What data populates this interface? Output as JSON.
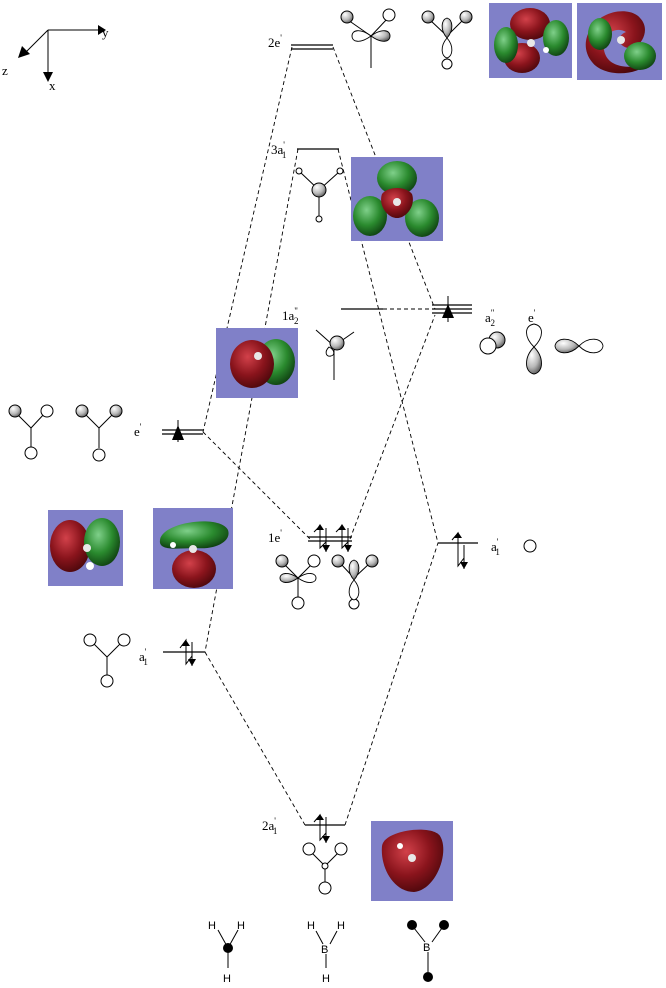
{
  "axes": {
    "y": "y",
    "z": "z",
    "x": "x"
  },
  "levels": {
    "mo_2e": "2e",
    "mo_3a1": "3a",
    "mo_1a2": "1a",
    "mo_1e": "1e",
    "mo_2a1": "2a",
    "h3_e": "e",
    "h3_a1": "a",
    "b_a2": "a",
    "b_e": "e",
    "b_a1": "a"
  },
  "subscripts": {
    "one": "1",
    "two": "2"
  },
  "primes": {
    "single": "'",
    "double": "\""
  },
  "molecules": {
    "h3": {
      "h1": "H",
      "h2": "H",
      "h3": "H"
    },
    "bh3": {
      "b": "B",
      "h1": "H",
      "h2": "H",
      "h3": "H"
    },
    "b_frag": {
      "b": "B"
    }
  },
  "colors": {
    "background": "#ffffff",
    "render_panel": "#8080c8",
    "positive_phase": "#7a0f16",
    "negative_phase": "#1f6e22"
  }
}
